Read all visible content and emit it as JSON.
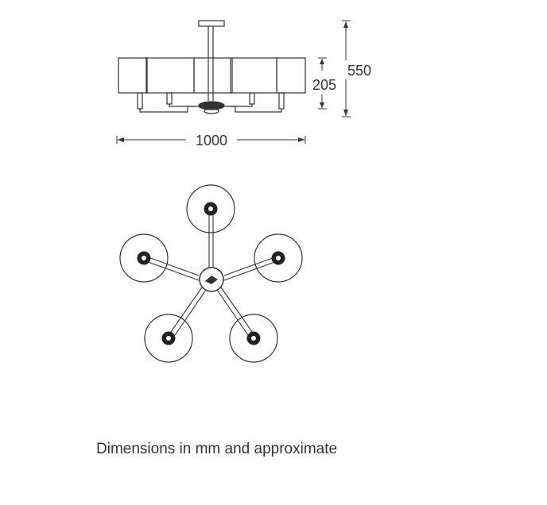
{
  "dimensions": {
    "width": "1000",
    "height_total": "550",
    "height_shade": "205"
  },
  "caption": "Dimensions in mm and approximate",
  "colors": {
    "line": "#333333",
    "background": "#ffffff"
  }
}
